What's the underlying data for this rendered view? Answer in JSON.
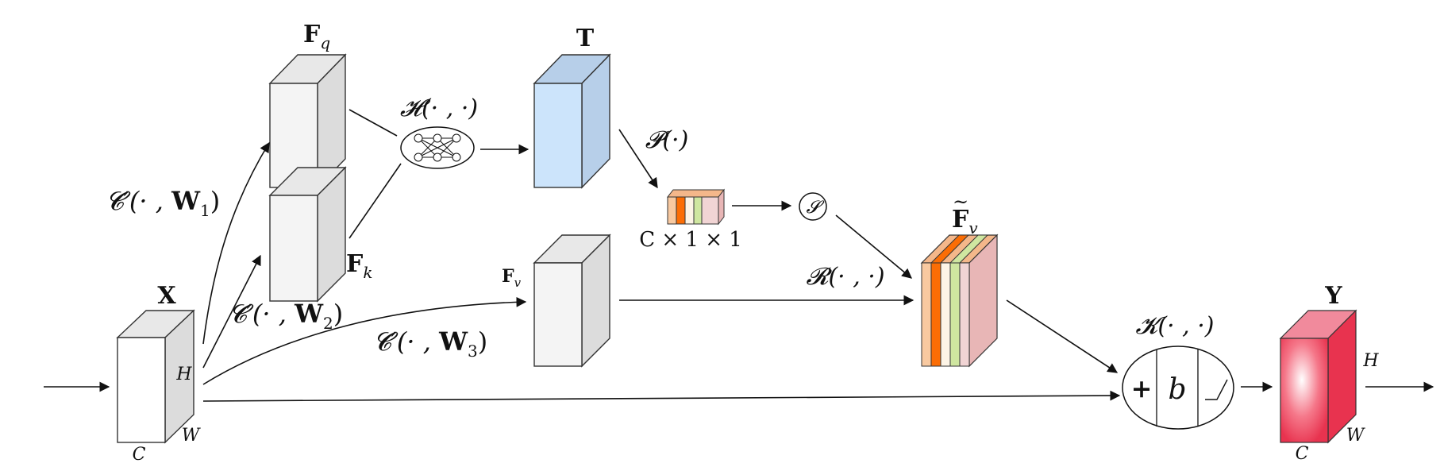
{
  "nodes": {
    "x": {
      "label": "X",
      "dim_h": "H",
      "dim_w": "W",
      "dim_c": "C"
    },
    "fq": {
      "label": "F",
      "sub": "q"
    },
    "fk": {
      "label": "F",
      "sub": "k"
    },
    "fv": {
      "label": "F",
      "sub": "v"
    },
    "t": {
      "label": "T"
    },
    "h": {
      "label": "𝓗(· , ·)"
    },
    "p": {
      "label": "𝓟(·)"
    },
    "pooled": {
      "label": "C × 1 × 1"
    },
    "s": {
      "label": "𝓢"
    },
    "fv_tilde": {
      "label": "F",
      "sub": "v",
      "accent": "~"
    },
    "r": {
      "label": "𝓡(· , ·)"
    },
    "k": {
      "label": "𝓚(· , ·)",
      "plus": "+",
      "bias": "b"
    },
    "y": {
      "label": "Y",
      "dim_h": "H",
      "dim_w": "W",
      "dim_c": "C"
    }
  },
  "edges": {
    "conv1": {
      "label": "𝓒′(· , ",
      "weight": "W",
      "sub": "1",
      "close": ")"
    },
    "conv2": {
      "label": "𝓒′(· , ",
      "weight": "W",
      "sub": "2",
      "close": ")"
    },
    "conv3": {
      "label": "𝓒′(· , ",
      "weight": "W",
      "sub": "3",
      "close": ")"
    }
  },
  "colors": {
    "gray_front": "#f4f4f4",
    "gray_side": "#dcdcdc",
    "gray_top": "#e8e8e8",
    "blue_front": "#cce4fb",
    "blue_side": "#b7cfe9",
    "stripe_peach": "#f8c9a0",
    "stripe_orange": "#fb6d05",
    "stripe_cream": "#fdf4e6",
    "stripe_green": "#cfe6a0",
    "stripe_pink": "#e8b6b6",
    "red_dark": "#e8334f",
    "red_light": "#ffffff"
  }
}
